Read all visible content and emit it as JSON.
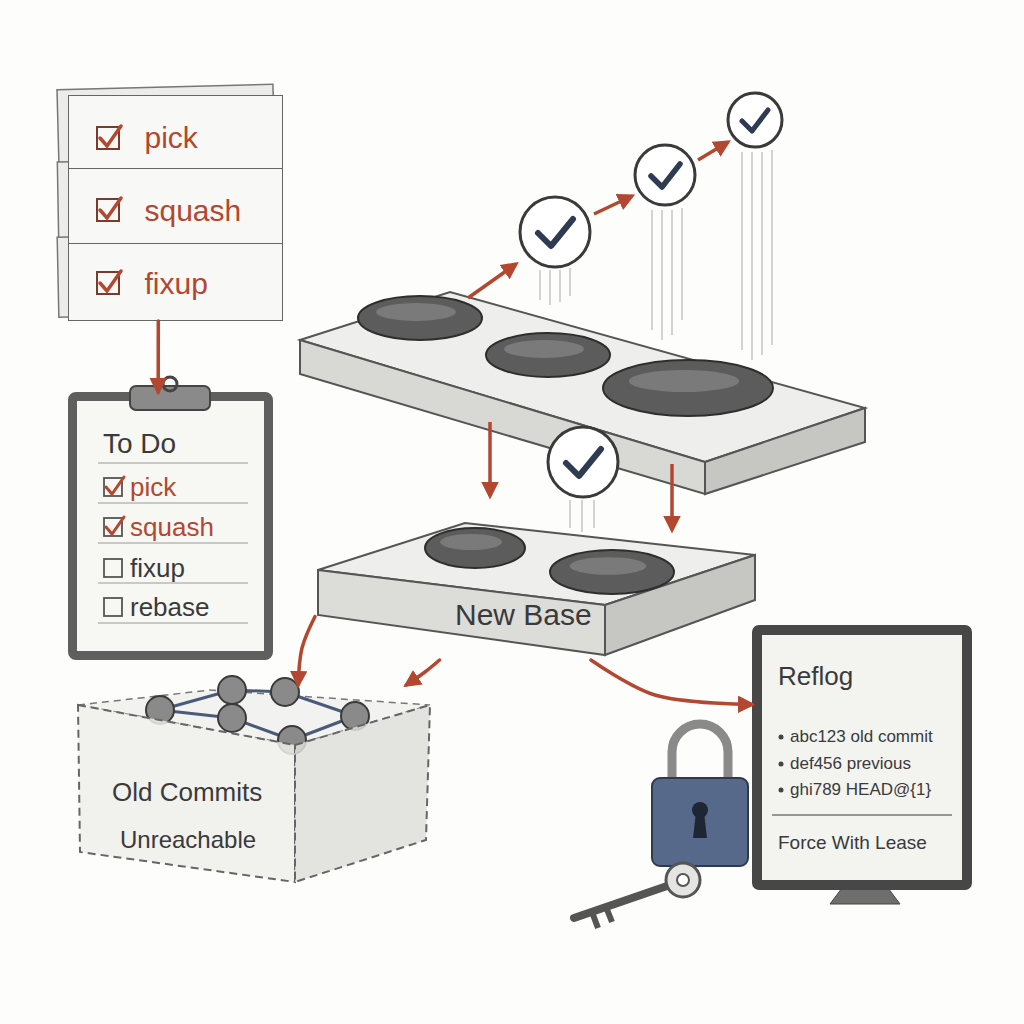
{
  "diagram": {
    "nodes": [
      {
        "text": [
          "pick"
        ]
      },
      {
        "text": [
          "squash"
        ]
      },
      {
        "text": [
          "fixup"
        ]
      },
      {
        "text": [
          "To Do",
          "pick",
          "squash",
          "fixup",
          "rebase"
        ]
      },
      {
        "text": [
          "New Base"
        ]
      },
      {
        "text": [
          "Old Commits",
          "Unreachable"
        ]
      },
      {
        "text": [
          "Reflog",
          "abc123 old commit",
          "def456 previous",
          "ghi789 HEAD@{1}",
          "Force With Lease"
        ]
      }
    ],
    "edges": [
      {
        "from": 2,
        "to": 3,
        "arrow": "to"
      },
      {
        "from": 4,
        "to": 5,
        "arrow": "to"
      },
      {
        "from": 4,
        "to": 5,
        "arrow": "to"
      },
      {
        "from": 4,
        "to": 6,
        "arrow": "to"
      }
    ]
  }
}
